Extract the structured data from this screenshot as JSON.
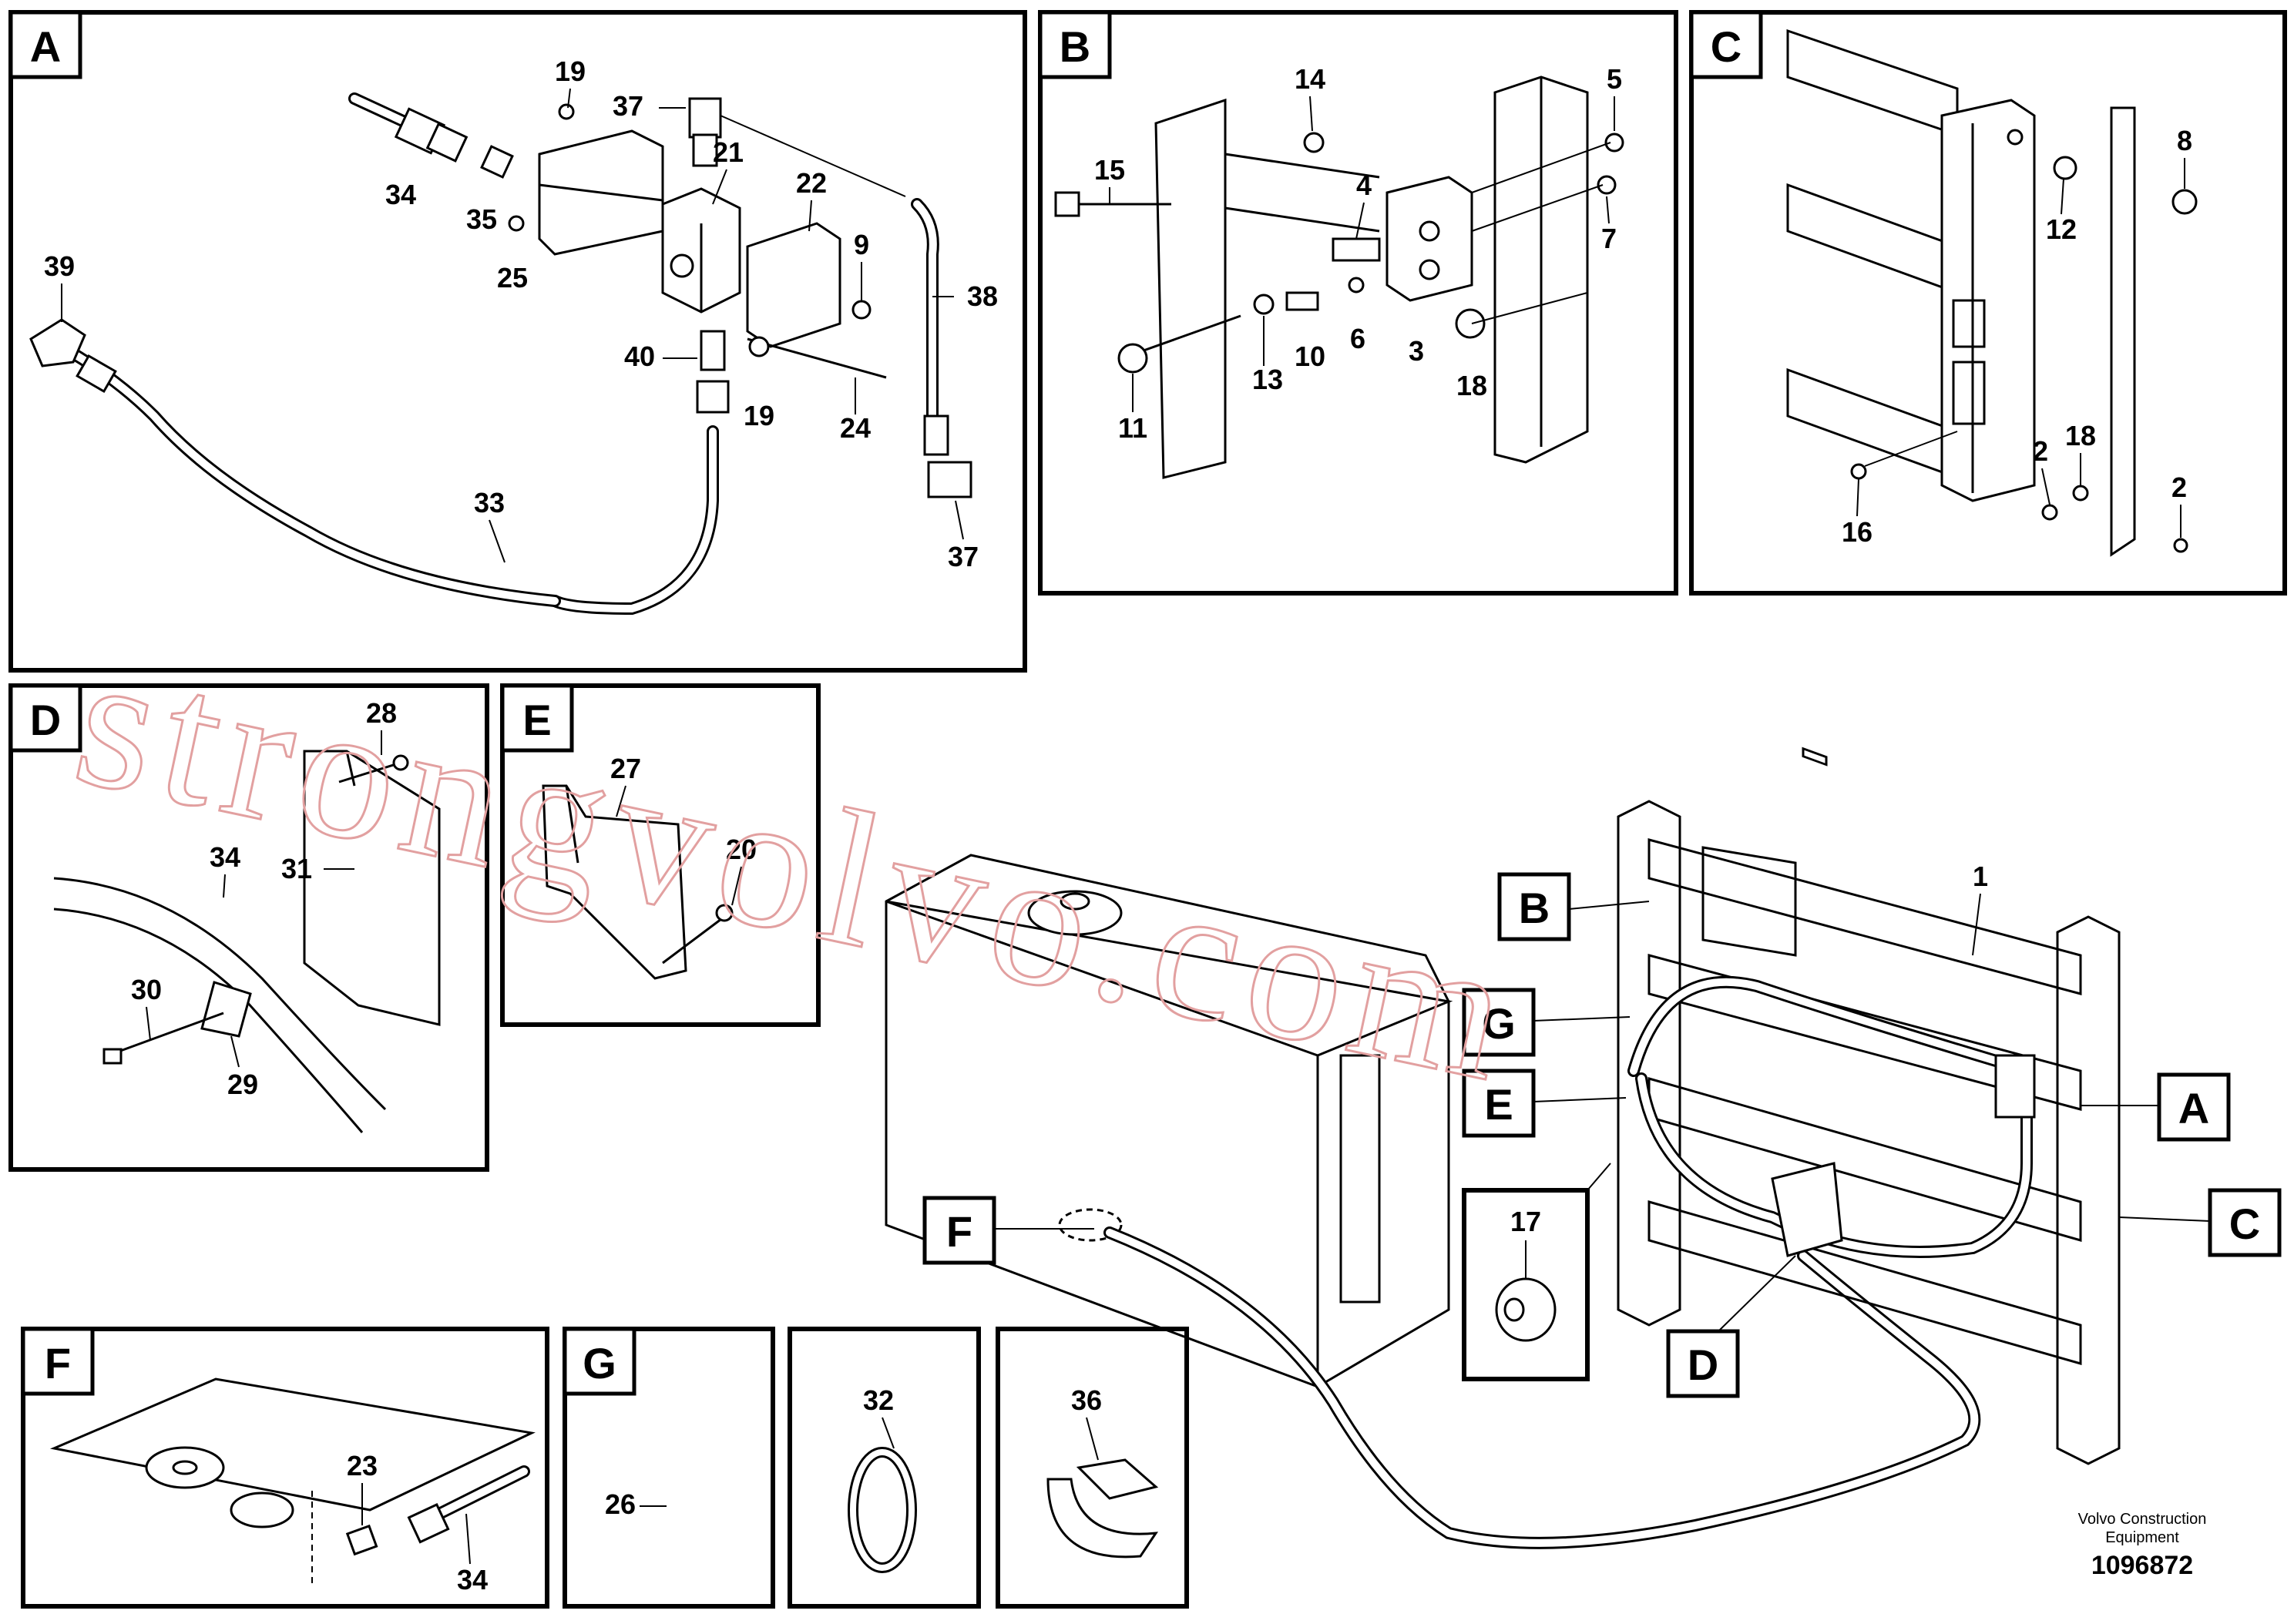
{
  "panels": [
    {
      "id": "panel-a",
      "tag": "A"
    },
    {
      "id": "panel-b",
      "tag": "B"
    },
    {
      "id": "panel-c",
      "tag": "C"
    },
    {
      "id": "panel-d",
      "tag": "D"
    },
    {
      "id": "panel-e",
      "tag": "E"
    },
    {
      "id": "panel-f",
      "tag": "F"
    },
    {
      "id": "panel-g",
      "tag": "G"
    }
  ],
  "callouts": {
    "a": [
      "19",
      "37",
      "21",
      "22",
      "9",
      "34",
      "35",
      "25",
      "39",
      "38",
      "40",
      "19",
      "24",
      "33",
      "37"
    ],
    "b": [
      "14",
      "5",
      "15",
      "4",
      "7",
      "13",
      "10",
      "6",
      "3",
      "18",
      "11"
    ],
    "c": [
      "8",
      "12",
      "2",
      "18",
      "16",
      "2"
    ],
    "d": [
      "28",
      "34",
      "31",
      "30",
      "29"
    ],
    "e": [
      "27",
      "20"
    ],
    "f": [
      "23",
      "34"
    ],
    "g": [
      "26"
    ],
    "h": [
      "32"
    ],
    "i": [
      "36"
    ],
    "main": [
      "1",
      "17"
    ]
  },
  "main_tags": [
    "B",
    "G",
    "E",
    "A",
    "F",
    "C",
    "D"
  ],
  "footer": {
    "brand_line1": "Volvo Construction",
    "brand_line2": "Equipment",
    "drawing_number": "1096872"
  },
  "watermark": "strongvolvo.com"
}
